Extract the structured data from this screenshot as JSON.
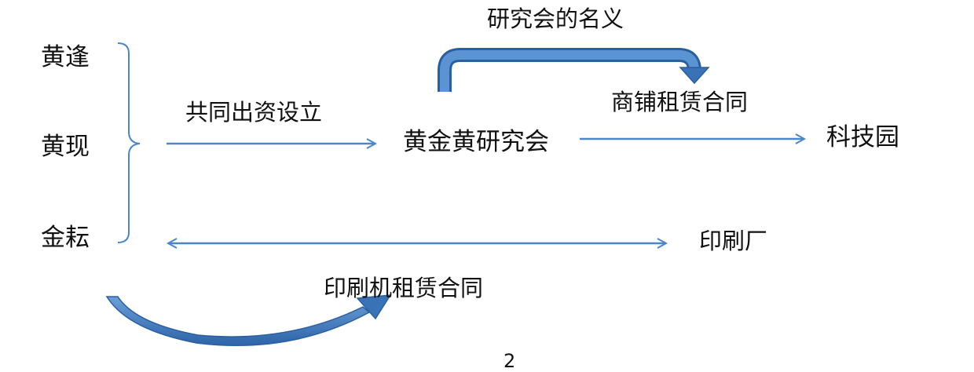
{
  "persons": [
    "黄逢",
    "黄现",
    "金耘"
  ],
  "edges": {
    "joint_funding": "共同出资设立",
    "research_name": "研究会的名义",
    "shop_lease": "商铺租赁合同",
    "press_lease": "印刷机租赁合同"
  },
  "nodes": {
    "institute": "黄金黄研究会",
    "tech_park": "科技园",
    "print_factory": "印刷厂"
  },
  "page_number": "2"
}
